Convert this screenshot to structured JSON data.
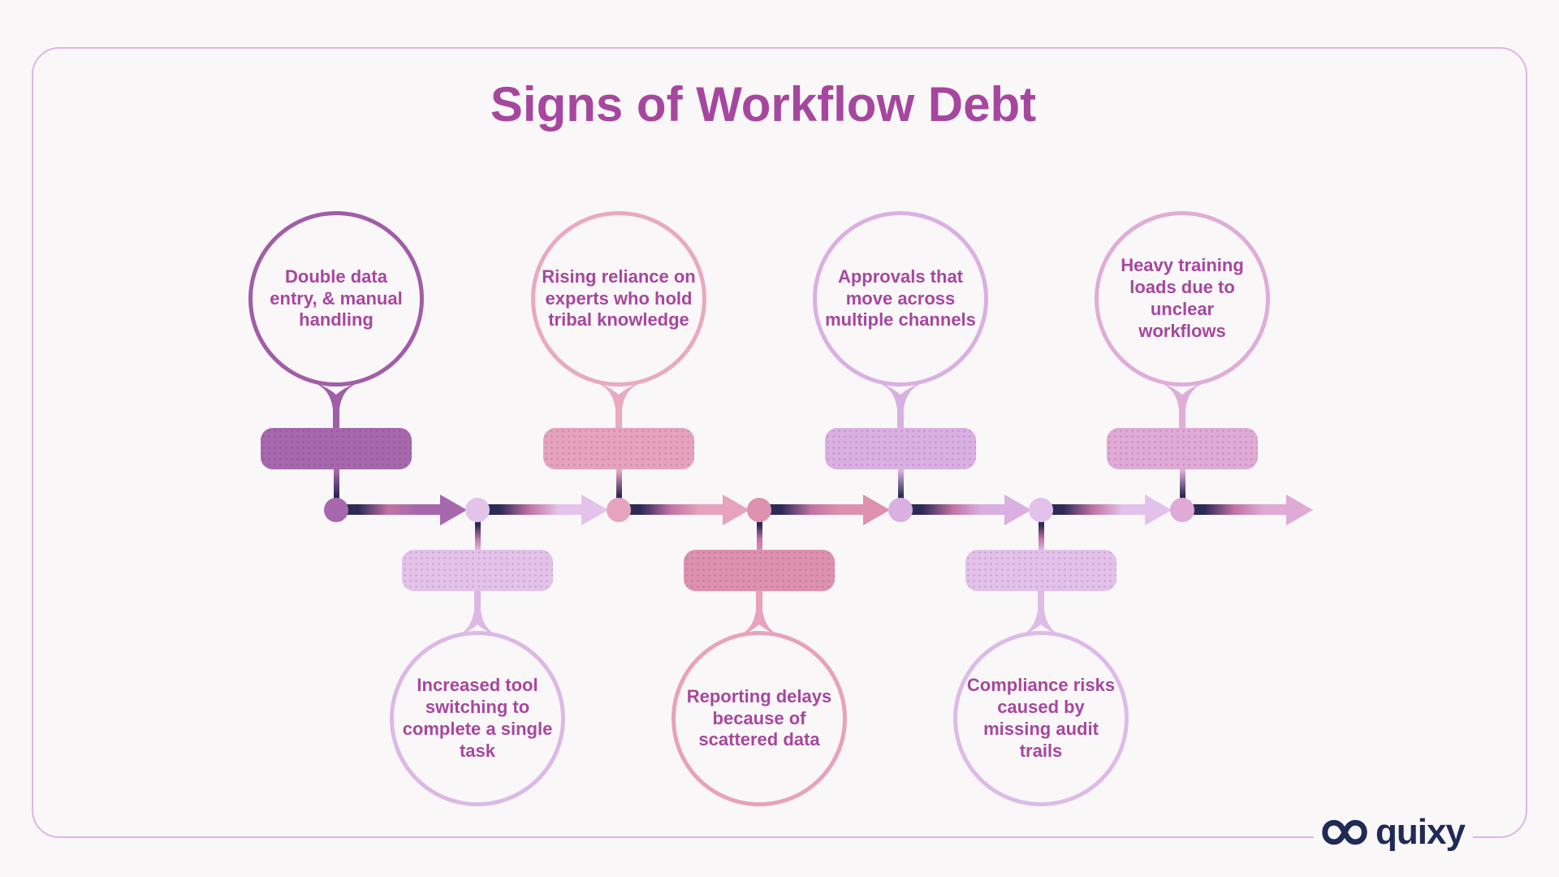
{
  "title": "Signs of Workflow Debt",
  "theme": {
    "background": "#faf7f8",
    "card_border": "#ddb6e4",
    "heading_color": "#a6479f",
    "text_color": "#a6479f",
    "gradient_dark": "#2d2a58",
    "gradient_mid": "#c273a5"
  },
  "brand": {
    "name": "quixy",
    "logo_icon": "infinity-icon",
    "color": "#1f2a55"
  },
  "timeline": {
    "direction": "left-to-right",
    "items": [
      {
        "text": "Double data entry, & manual handling",
        "position": "top",
        "border_color": "#a15da7",
        "fill_color": "#a767ad"
      },
      {
        "text": "Increased tool switching to complete a single task",
        "position": "bottom",
        "border_color": "#dcb9e5",
        "fill_color": "#e3c3ea"
      },
      {
        "text": "Rising reliance on experts who hold tribal knowledge",
        "position": "top",
        "border_color": "#e9a9c1",
        "fill_color": "#e6a3bd"
      },
      {
        "text": "Reporting delays because of scattered data",
        "position": "bottom",
        "border_color": "#e8a2bc",
        "fill_color": "#de91ae"
      },
      {
        "text": "Approvals that move across multiple channels",
        "position": "top",
        "border_color": "#dab0e2",
        "fill_color": "#d9b0e1"
      },
      {
        "text": "Compliance risks caused by missing audit trails",
        "position": "bottom",
        "border_color": "#ddbbe8",
        "fill_color": "#e2c2ea"
      },
      {
        "text": "Heavy training loads due to unclear workflows",
        "position": "top",
        "border_color": "#dfadd8",
        "fill_color": "#dfaad5"
      }
    ]
  }
}
